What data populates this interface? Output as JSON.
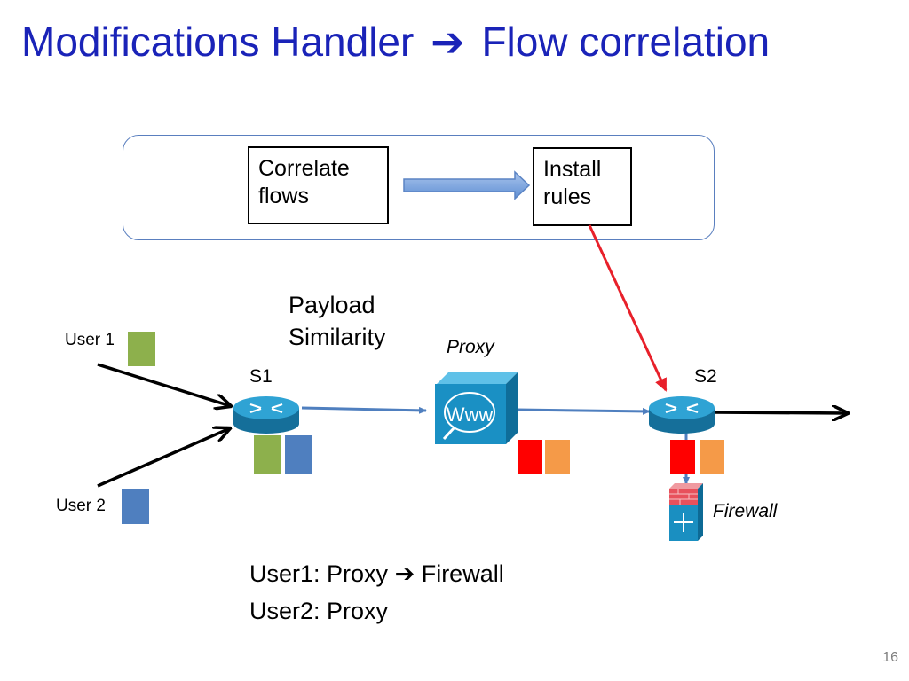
{
  "title": {
    "left": "Modifications Handler",
    "arrow": "➔",
    "right": "Flow correlation"
  },
  "pipeline": {
    "step1": [
      "Correlate",
      "flows"
    ],
    "step2": [
      "Install",
      "rules"
    ]
  },
  "annotations": {
    "payload": [
      "Payload",
      "Similarity"
    ],
    "proxy": "Proxy",
    "firewall": "Firewall",
    "s1": "S1",
    "s2": "S2",
    "user1": "User 1",
    "user2": "User 2"
  },
  "result": {
    "line1_left": "User1: Proxy",
    "line1_arrow": "➔",
    "line1_right": "Firewall",
    "line2": "User2: Proxy"
  },
  "page_number": "16",
  "colors": {
    "title": "#1a23b8",
    "user1_flow": "#8db04c",
    "user2_flow": "#4f7fbf",
    "red_flow": "#ff0000",
    "orange_flow": "#f59a48",
    "router": "#1a8fc1",
    "control_link": "#e8202a"
  },
  "icons": {
    "router": "router-icon",
    "proxy": "web-proxy-icon",
    "firewall": "firewall-icon"
  }
}
